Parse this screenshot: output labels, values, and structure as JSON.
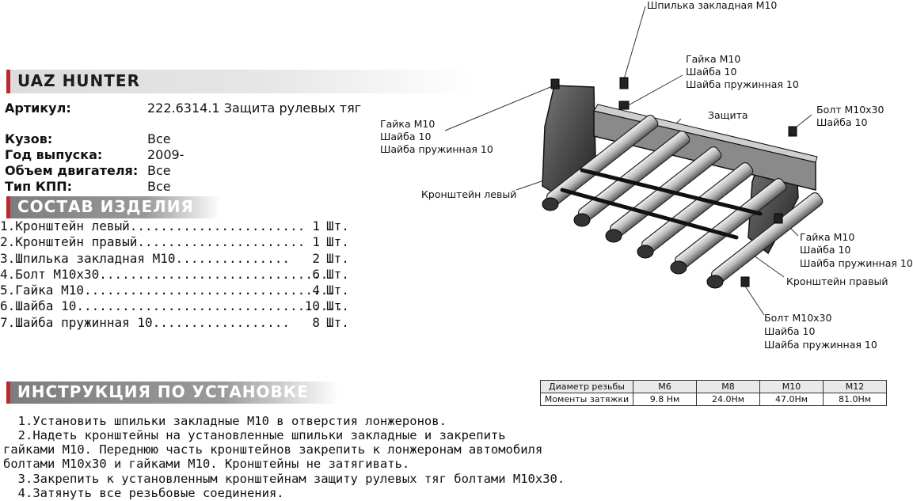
{
  "header": {
    "title": "UAZ HUNTER"
  },
  "specs": [
    {
      "key": "Артикул:",
      "value": "222.6314.1 Защита рулевых тяг"
    },
    {
      "key": "Кузов:",
      "value": "Все"
    },
    {
      "key": "Год выпуска:",
      "value": "2009-"
    },
    {
      "key": "Объем двигателя:",
      "value": "Все"
    },
    {
      "key": "Тип КПП:",
      "value": "Все"
    }
  ],
  "composition": {
    "title": "СОСТАВ ИЗДЕЛИЯ",
    "items": [
      {
        "name": "1.Кронштейн левый.......................",
        "qty": "1",
        "unit": "Шт."
      },
      {
        "name": "2.Кронштейн правый......................",
        "qty": "1",
        "unit": "Шт."
      },
      {
        "name": "3.Шпилька закладная М10...............",
        "qty": "2",
        "unit": "Шт."
      },
      {
        "name": "4.Болт М10x30..............................",
        "qty": "6",
        "unit": "Шт."
      },
      {
        "name": "5.Гайка М10.................................",
        "qty": "4",
        "unit": "Шт."
      },
      {
        "name": "6.Шайба 10...................................",
        "qty": "10",
        "unit": "Шт."
      },
      {
        "name": "7.Шайба пружинная 10..................",
        "qty": "8",
        "unit": "Шт."
      }
    ]
  },
  "instructions": {
    "title": "ИНСТРУКЦИЯ ПО УСТАНОВКЕ",
    "lines": [
      "  1.Установить шпильки закладные М10 в отверстия лонжеронов.",
      "  2.Надеть кронштейны на установленные шпильки закладные и закрепить",
      "гайками М10. Переднюю часть кронштейнов закрепить к лонжеронам автомобиля",
      "болтами М10x30 и гайками М10. Кронштейны не затягивать.",
      "  3.Закрепить к установленным кронштейнам защиту рулевых тяг болтами М10x30.",
      "  4.Затянуть все резьбовые соединения."
    ]
  },
  "torque_table": {
    "header": [
      "Диаметр резьбы",
      "М6",
      "М8",
      "М10",
      "М12"
    ],
    "row": [
      "Моменты затяжки",
      "9.8 Нм",
      "24.0Нм",
      "47.0Нм",
      "81.0Нм"
    ]
  },
  "diagram_labels": {
    "stud": "Шпилька закладная М10",
    "top_nut": [
      "Гайка М10",
      "Шайба 10",
      "Шайба пружинная 10"
    ],
    "bolt_top_right": [
      "Болт М10x30",
      "Шайба 10"
    ],
    "guard": "Защита",
    "left_nut": [
      "Гайка М10",
      "Шайба 10",
      "Шайба пружинная 10"
    ],
    "bracket_left": "Кронштейн левый",
    "right_nut": [
      "Гайка М10",
      "Шайба 10",
      "Шайба пружинная 10"
    ],
    "bracket_right": "Кронштейн правый",
    "bottom_bolt": [
      "Болт М10x30",
      "Шайба 10",
      "Шайба пружинная 10"
    ]
  }
}
